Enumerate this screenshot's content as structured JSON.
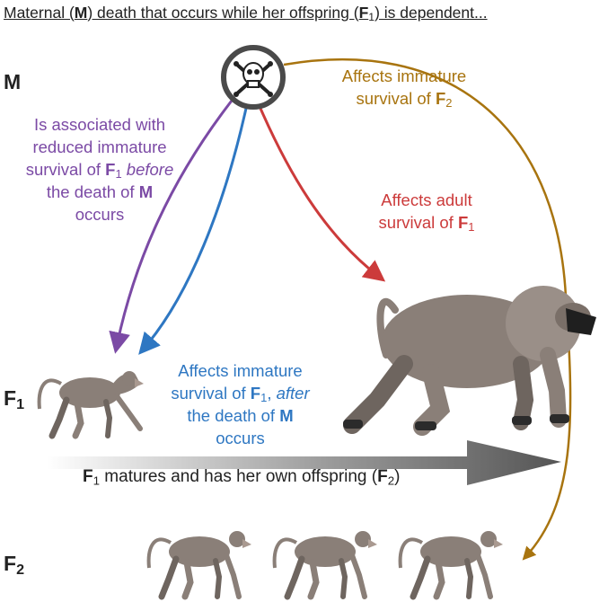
{
  "title": {
    "pre": "Maternal (",
    "m": "M",
    "mid": ") death that occurs while her offspring (",
    "f": "F",
    "sub": "1",
    "post": ") is dependent..."
  },
  "generations": {
    "m": "M",
    "f1": "F",
    "f1_sub": "1",
    "f2": "F",
    "f2_sub": "2"
  },
  "labels": {
    "purple": {
      "l1": "Is associated with",
      "l2": "reduced immature",
      "l3_pre": "survival of ",
      "l3_f": "F",
      "l3_sub": "1",
      "l3_em": "before",
      "l4_pre": "the death of ",
      "l4_m": "M",
      "l5": "occurs"
    },
    "blue": {
      "l1": "Affects immature",
      "l2_pre": "survival of ",
      "l2_f": "F",
      "l2_sub": "1",
      "l2_comma": ", ",
      "l2_em": "after",
      "l3_pre": "the death of ",
      "l3_m": "M",
      "l4": "occurs"
    },
    "red": {
      "l1": "Affects adult",
      "l2_pre": "survival of ",
      "l2_f": "F",
      "l2_sub": "1"
    },
    "gold": {
      "l1": "Affects immature",
      "l2_pre": "survival of ",
      "l2_f": "F",
      "l2_sub": "2"
    }
  },
  "maturation": {
    "f": "F",
    "f_sub": "1",
    "text": " matures and has her own offspring (",
    "f2": "F",
    "f2_sub": "2",
    "close": ")"
  },
  "icons": [
    "skull-crossbones-icon",
    "baboon-juvenile",
    "baboon-adult"
  ],
  "colors": {
    "purple": "#7b4aa5",
    "blue": "#2e77c2",
    "red": "#cc3b3b",
    "gold": "#a8740f",
    "baboon_body": "#8a7f78",
    "baboon_shade": "#6e655f",
    "arrow_gray": "#666666"
  }
}
